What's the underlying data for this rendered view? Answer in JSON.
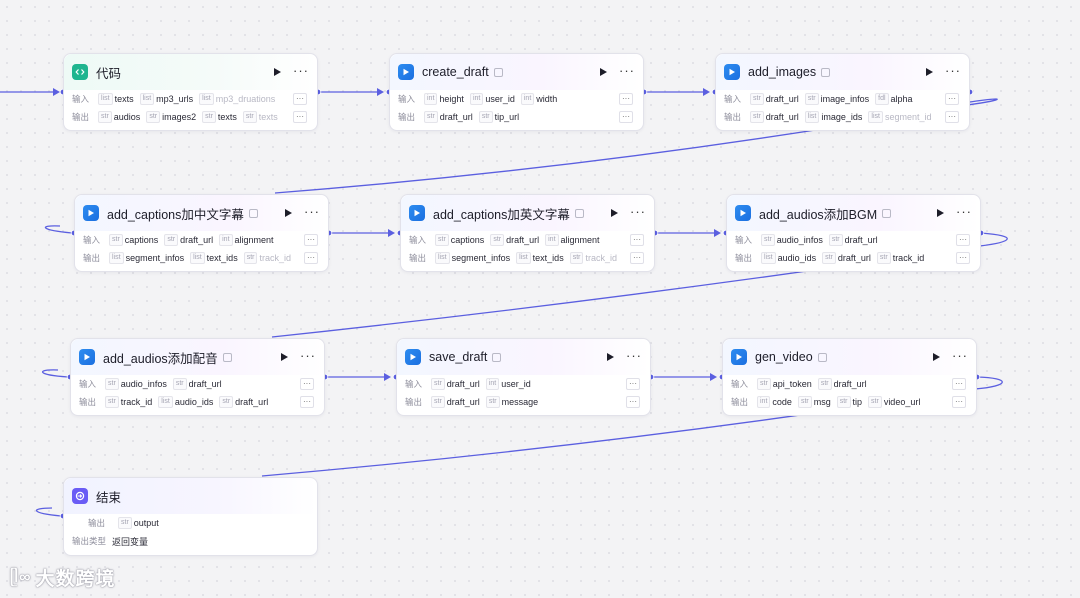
{
  "labels": {
    "input": "输入",
    "output": "输出",
    "output_type": "输出类型"
  },
  "colors": {
    "edge": "#5b5fe0",
    "plugin_icon": "#2d8cf0",
    "code_icon": "#1fb58f",
    "end_icon": "#6a5cf5"
  },
  "nodes": [
    {
      "key": "code",
      "title": "代码",
      "kind": "code",
      "inputs": [
        {
          "type": "list",
          "name": "texts"
        },
        {
          "type": "list",
          "name": "mp3_urls"
        },
        {
          "type": "list",
          "name": "mp3_druations",
          "faded": true
        }
      ],
      "outputs": [
        {
          "type": "str",
          "name": "audios"
        },
        {
          "type": "str",
          "name": "images2"
        },
        {
          "type": "str",
          "name": "texts"
        },
        {
          "type": "str",
          "name": "texts",
          "faded": true
        }
      ]
    },
    {
      "key": "create_draft",
      "title": "create_draft",
      "kind": "plugin",
      "inputs": [
        {
          "type": "int",
          "name": "height"
        },
        {
          "type": "int",
          "name": "user_id"
        },
        {
          "type": "int",
          "name": "width"
        }
      ],
      "outputs": [
        {
          "type": "str",
          "name": "draft_url"
        },
        {
          "type": "str",
          "name": "tip_url"
        }
      ]
    },
    {
      "key": "add_images",
      "title": "add_images",
      "kind": "plugin",
      "inputs": [
        {
          "type": "str",
          "name": "draft_url"
        },
        {
          "type": "str",
          "name": "image_infos"
        },
        {
          "type": "fdl",
          "name": "alpha"
        }
      ],
      "outputs": [
        {
          "type": "str",
          "name": "draft_url"
        },
        {
          "type": "list",
          "name": "image_ids"
        },
        {
          "type": "list",
          "name": "segment_id",
          "faded": true
        }
      ]
    },
    {
      "key": "add_captions_cn",
      "title": "add_captions加中文字幕",
      "kind": "plugin",
      "inputs": [
        {
          "type": "str",
          "name": "captions"
        },
        {
          "type": "str",
          "name": "draft_url"
        },
        {
          "type": "int",
          "name": "alignment"
        }
      ],
      "outputs": [
        {
          "type": "list",
          "name": "segment_infos"
        },
        {
          "type": "list",
          "name": "text_ids"
        },
        {
          "type": "str",
          "name": "track_id",
          "faded": true
        }
      ]
    },
    {
      "key": "add_captions_en",
      "title": "add_captions加英文字幕",
      "kind": "plugin",
      "inputs": [
        {
          "type": "str",
          "name": "captions"
        },
        {
          "type": "str",
          "name": "draft_url"
        },
        {
          "type": "int",
          "name": "alignment"
        }
      ],
      "outputs": [
        {
          "type": "list",
          "name": "segment_infos"
        },
        {
          "type": "list",
          "name": "text_ids"
        },
        {
          "type": "str",
          "name": "track_id",
          "faded": true
        }
      ]
    },
    {
      "key": "add_audios_bgm",
      "title": "add_audios添加BGM",
      "kind": "plugin",
      "inputs": [
        {
          "type": "str",
          "name": "audio_infos"
        },
        {
          "type": "str",
          "name": "draft_url"
        }
      ],
      "outputs": [
        {
          "type": "list",
          "name": "audio_ids"
        },
        {
          "type": "str",
          "name": "draft_url"
        },
        {
          "type": "str",
          "name": "track_id"
        }
      ]
    },
    {
      "key": "add_audios_voice",
      "title": "add_audios添加配音",
      "kind": "plugin",
      "inputs": [
        {
          "type": "str",
          "name": "audio_infos"
        },
        {
          "type": "str",
          "name": "draft_url"
        }
      ],
      "outputs": [
        {
          "type": "str",
          "name": "track_id"
        },
        {
          "type": "list",
          "name": "audio_ids"
        },
        {
          "type": "str",
          "name": "draft_url"
        }
      ]
    },
    {
      "key": "save_draft",
      "title": "save_draft",
      "kind": "plugin",
      "inputs": [
        {
          "type": "str",
          "name": "draft_url"
        },
        {
          "type": "int",
          "name": "user_id"
        }
      ],
      "outputs": [
        {
          "type": "str",
          "name": "draft_url"
        },
        {
          "type": "str",
          "name": "message"
        }
      ]
    },
    {
      "key": "gen_video",
      "title": "gen_video",
      "kind": "plugin",
      "inputs": [
        {
          "type": "str",
          "name": "api_token"
        },
        {
          "type": "str",
          "name": "draft_url"
        }
      ],
      "outputs": [
        {
          "type": "int",
          "name": "code"
        },
        {
          "type": "str",
          "name": "msg"
        },
        {
          "type": "str",
          "name": "tip"
        },
        {
          "type": "str",
          "name": "video_url"
        }
      ]
    }
  ],
  "end_node": {
    "title": "结束",
    "output": {
      "type": "str",
      "name": "output"
    },
    "output_type_value": "返回变量"
  },
  "watermark": "大数跨境"
}
